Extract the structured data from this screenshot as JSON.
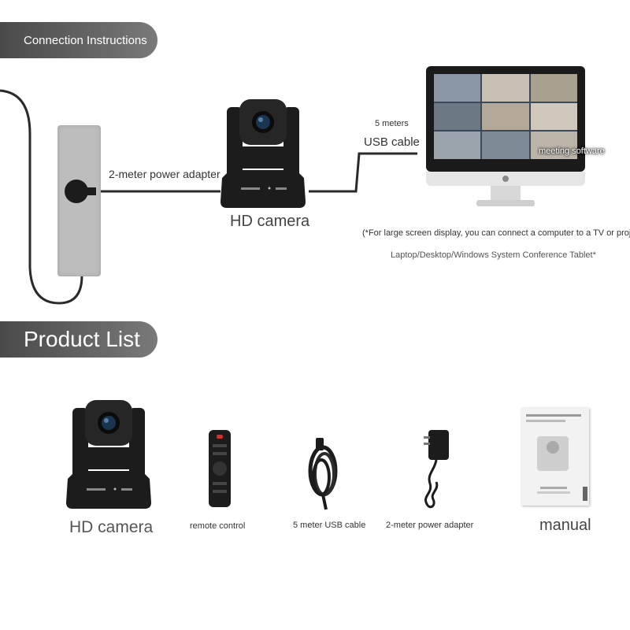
{
  "headers": {
    "connection": "Connection Instructions",
    "product_list": "Product List"
  },
  "diagram": {
    "power_adapter_label": "2-meter power adapter",
    "camera_label": "HD camera",
    "usb_length": "5 meters",
    "usb_label": "USB cable",
    "meeting_software": "meeting software",
    "note_line1": "(*For large screen display, you can connect a computer to a TV or projector",
    "note_line2": "Laptop/Desktop/Windows System Conference Tablet*"
  },
  "products": [
    {
      "label": "HD camera",
      "icon": "camera-icon"
    },
    {
      "label": "remote control",
      "icon": "remote-control-icon"
    },
    {
      "label": "5 meter USB cable",
      "icon": "usb-cable-icon"
    },
    {
      "label": "2-meter power adapter",
      "icon": "power-adapter-icon"
    },
    {
      "label": "manual",
      "icon": "manual-icon"
    }
  ],
  "colors": {
    "banner": "#555555",
    "device": "#1c1c1c",
    "cable": "#2a2a2a"
  }
}
